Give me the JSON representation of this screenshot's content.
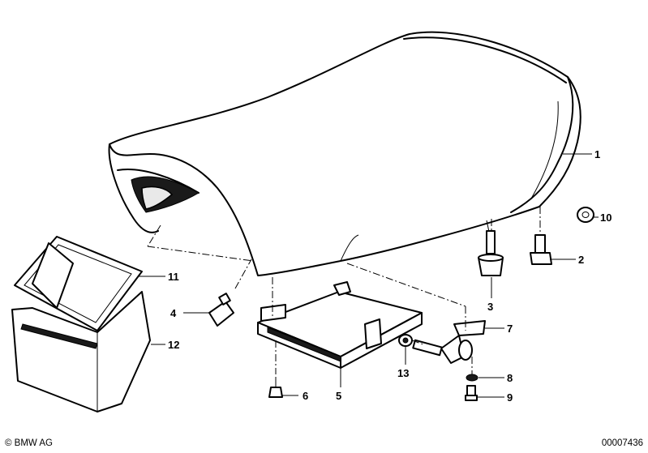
{
  "callouts": [
    {
      "id": "1",
      "text": "1"
    },
    {
      "id": "2",
      "text": "2"
    },
    {
      "id": "3",
      "text": "3"
    },
    {
      "id": "4",
      "text": "4"
    },
    {
      "id": "5",
      "text": "5"
    },
    {
      "id": "6",
      "text": "6"
    },
    {
      "id": "7",
      "text": "7"
    },
    {
      "id": "8",
      "text": "8"
    },
    {
      "id": "9",
      "text": "9"
    },
    {
      "id": "10",
      "text": "10"
    },
    {
      "id": "11",
      "text": "11"
    },
    {
      "id": "12",
      "text": "12"
    },
    {
      "id": "13",
      "text": "13"
    }
  ],
  "footer": {
    "copyright": "© BMW AG",
    "diagram_number": "00007436"
  }
}
